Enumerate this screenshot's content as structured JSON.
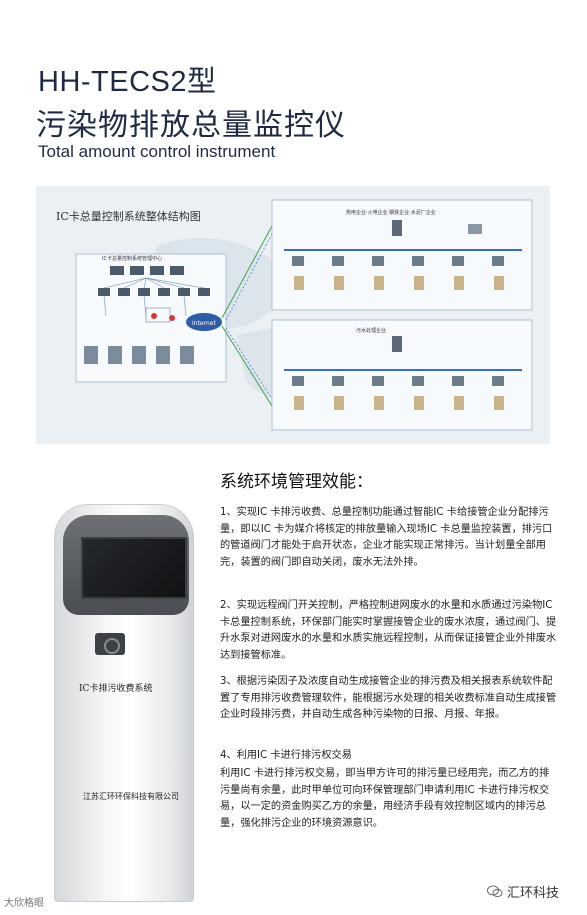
{
  "header": {
    "model": "HH-TECS2型",
    "title_cn": "污染物排放总量监控仪",
    "title_en": "Total amount control instrument"
  },
  "diagram": {
    "title": "IC卡总量控制系统整体结构图",
    "center_label": "IC卡总量控制系统管理中心",
    "internet_label": "Internet",
    "top_network_label": "热电企业·火电企业·钢铁企业·水泥厂企业",
    "bottom_network_label": "污水处理企业",
    "legend": [
      "——",
      "——"
    ]
  },
  "kiosk": {
    "label_top": "IC卡排污收费系统",
    "label_bottom": "江苏汇环环保科技有限公司"
  },
  "section": {
    "title": "系统环境管理效能：",
    "paragraphs": [
      "1、实现IC 卡排污收费、总量控制功能通过智能IC 卡给接管企业分配排污量，即以IC 卡为媒介将核定的排放量输入现场IC 卡总量监控装置，排污口的管道阀门才能处于启开状态，企业才能实现正常排污。当计划量全部用完，装置的阀门即自动关闭，废水无法外排。",
      "2、实现远程阀门开关控制，严格控制进网废水的水量和水质通过污染物IC 卡总量控制系统，环保部门能实时掌握接管企业的废水浓度，通过阀门、提升水泵对进网废水的水量和水质实施远程控制，从而保证接管企业外排废水达到接管标准。",
      "3、根据污染因子及浓度自动生成接管企业的排污费及相关报表系统软件配置了专用排污收费管理软件，能根据污水处理的相关收费标准自动生成接管企业时段排污费，并自动生成各种污染物的日报、月报、年报。",
      "4、利用IC 卡进行排污权交易",
      "利用IC 卡进行排污权交易，即当甲方许可的排污量已经用完，而乙方的排污量尚有余量，此时甲单位可向环保管理部门申请利用IC 卡进行排污权交易，以一定的资金购买乙方的余量，用经济手段有效控制区域内的排污总量，强化排污企业的环境资源意识。"
    ]
  },
  "footer": {
    "left_watermark": "大欣格眼",
    "right_brand": "汇环科技"
  },
  "colors": {
    "title": "#1f2a44",
    "panel_bg": "#eaf0f4",
    "network_line": "#3b6fb5",
    "link_green": "#3fa34d"
  }
}
